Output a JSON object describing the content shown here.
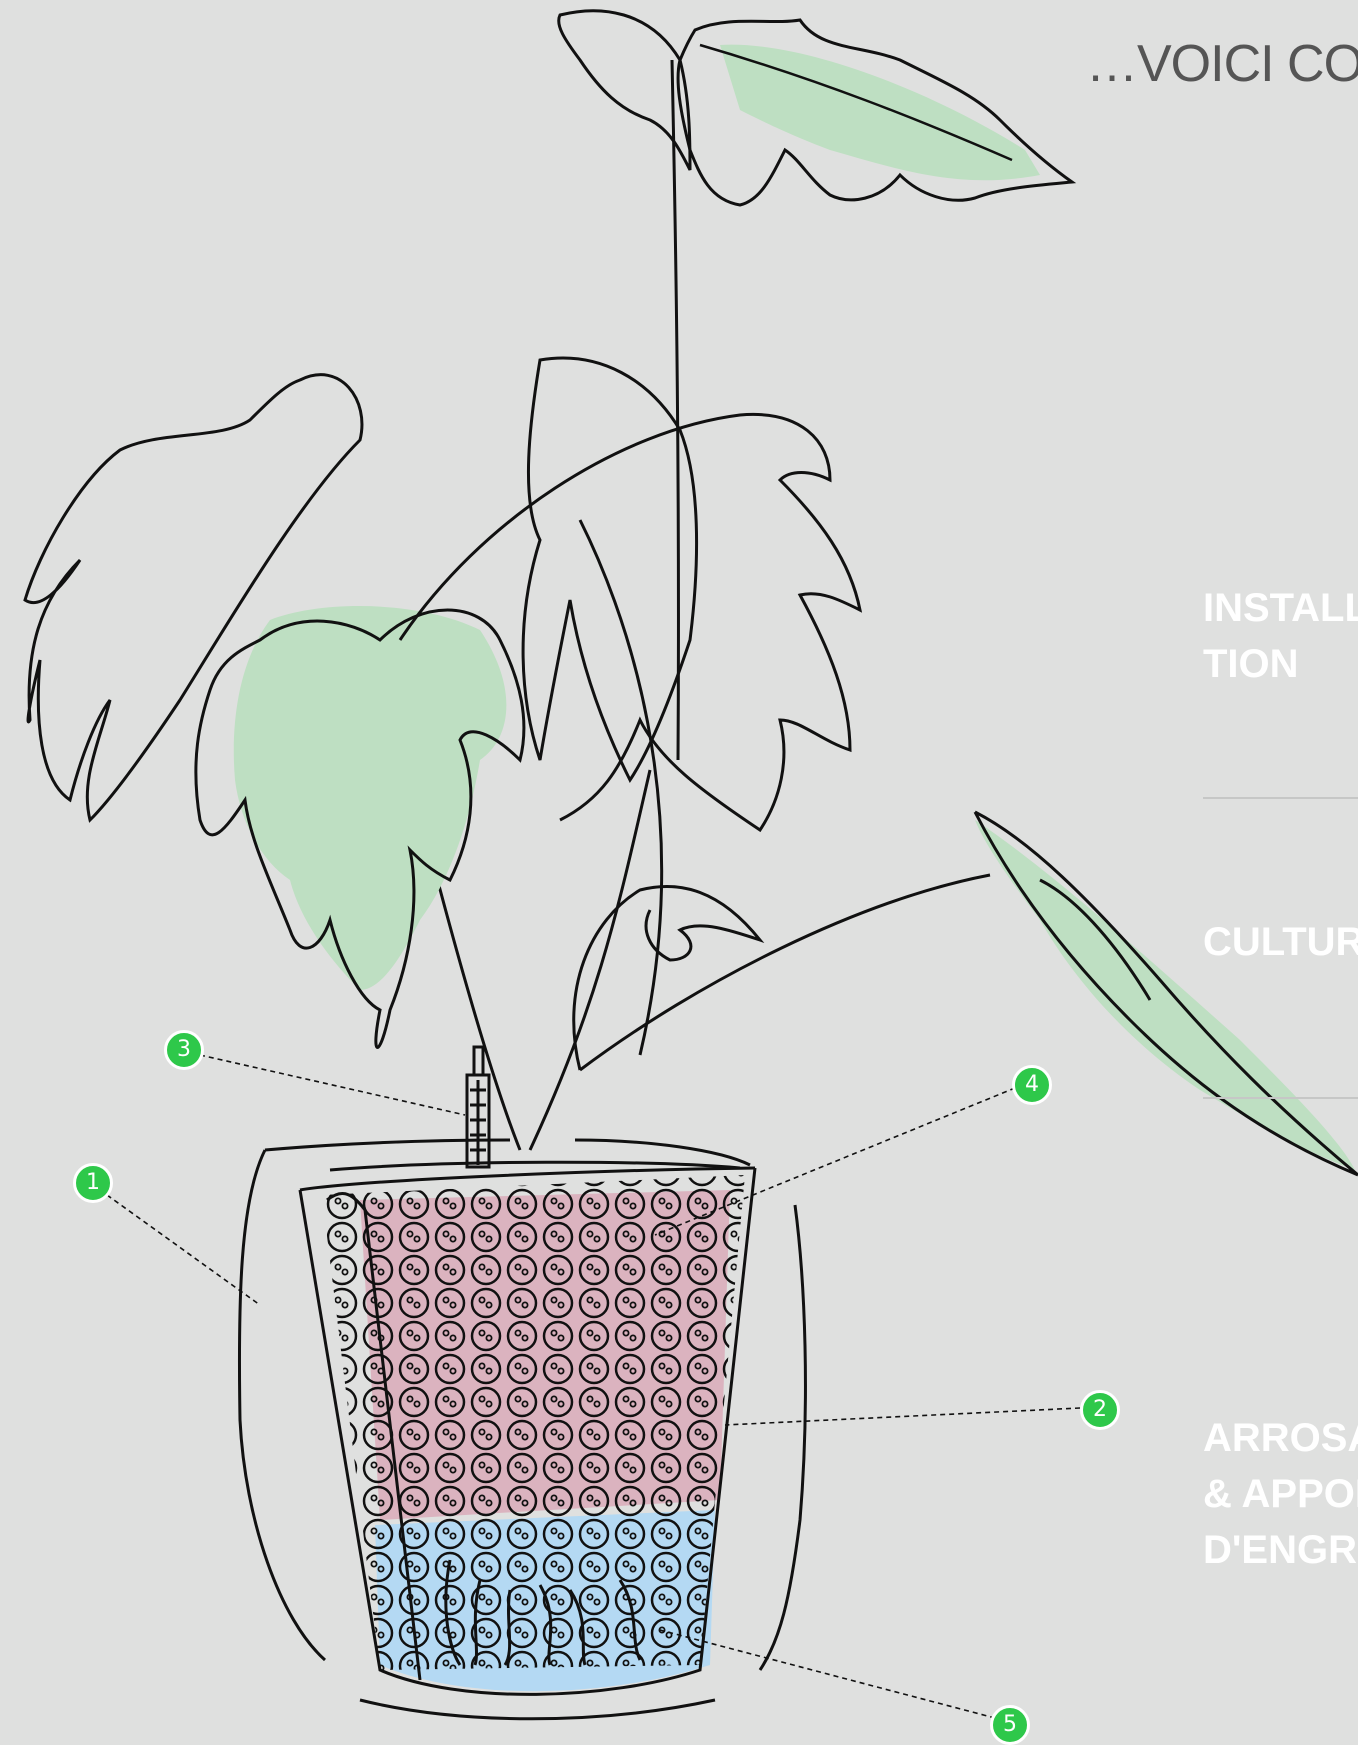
{
  "header": {
    "title": "…VOICI CO"
  },
  "nav": [
    {
      "label": "INSTALLA\nTION"
    },
    {
      "label": "CULTUR"
    },
    {
      "label": "ARROSA\n& APPOR\nD'ENGRA"
    }
  ],
  "markers": [
    "1",
    "2",
    "3",
    "4",
    "5"
  ],
  "colors": {
    "background": "#dfe0df",
    "leaf_fill": "#bedfc2",
    "substrate_fill": "#dbb3bf",
    "water_fill": "#b4d9f3",
    "marker": "#2ec84a",
    "line": "#111111"
  }
}
